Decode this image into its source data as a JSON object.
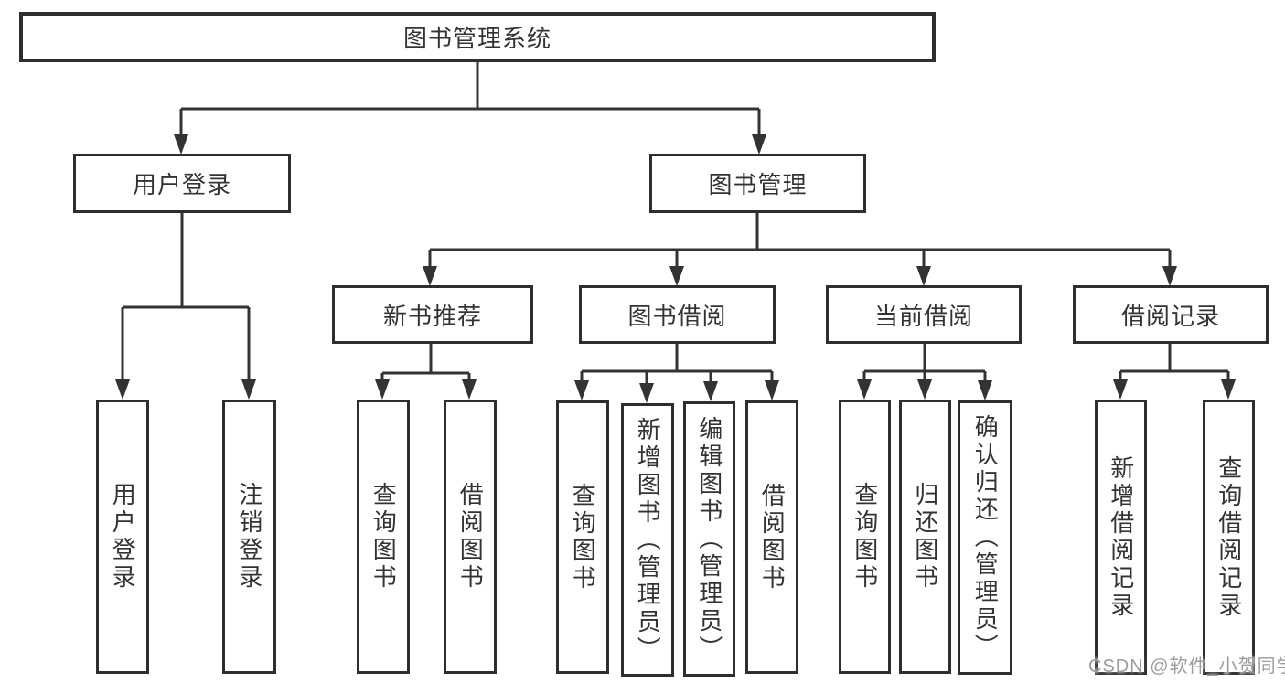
{
  "tree": {
    "root": {
      "label": "图书管理系统"
    },
    "children": [
      {
        "label": "用户登录",
        "children": [
          {
            "label": "用户登录"
          },
          {
            "label": "注销登录"
          }
        ]
      },
      {
        "label": "图书管理",
        "children": [
          {
            "label": "新书推荐",
            "children": [
              {
                "label": "查询图书"
              },
              {
                "label": "借阅图书"
              }
            ]
          },
          {
            "label": "图书借阅",
            "children": [
              {
                "label": "查询图书"
              },
              {
                "label": "新增图书（管理员）"
              },
              {
                "label": "编辑图书（管理员）"
              },
              {
                "label": "借阅图书"
              }
            ]
          },
          {
            "label": "当前借阅",
            "children": [
              {
                "label": "查询图书"
              },
              {
                "label": "归还图书"
              },
              {
                "label": "确认归还（管理员）"
              }
            ]
          },
          {
            "label": "借阅记录",
            "children": [
              {
                "label": "新增借阅记录"
              },
              {
                "label": "查询借阅记录"
              }
            ]
          }
        ]
      }
    ]
  },
  "watermark": "CSDN @软件_小贺同学",
  "colors": {
    "line": "#333333",
    "box_border": "#2e2e2e",
    "text": "#333333",
    "watermark": "#9c9c9c",
    "background": "#ffffff"
  }
}
